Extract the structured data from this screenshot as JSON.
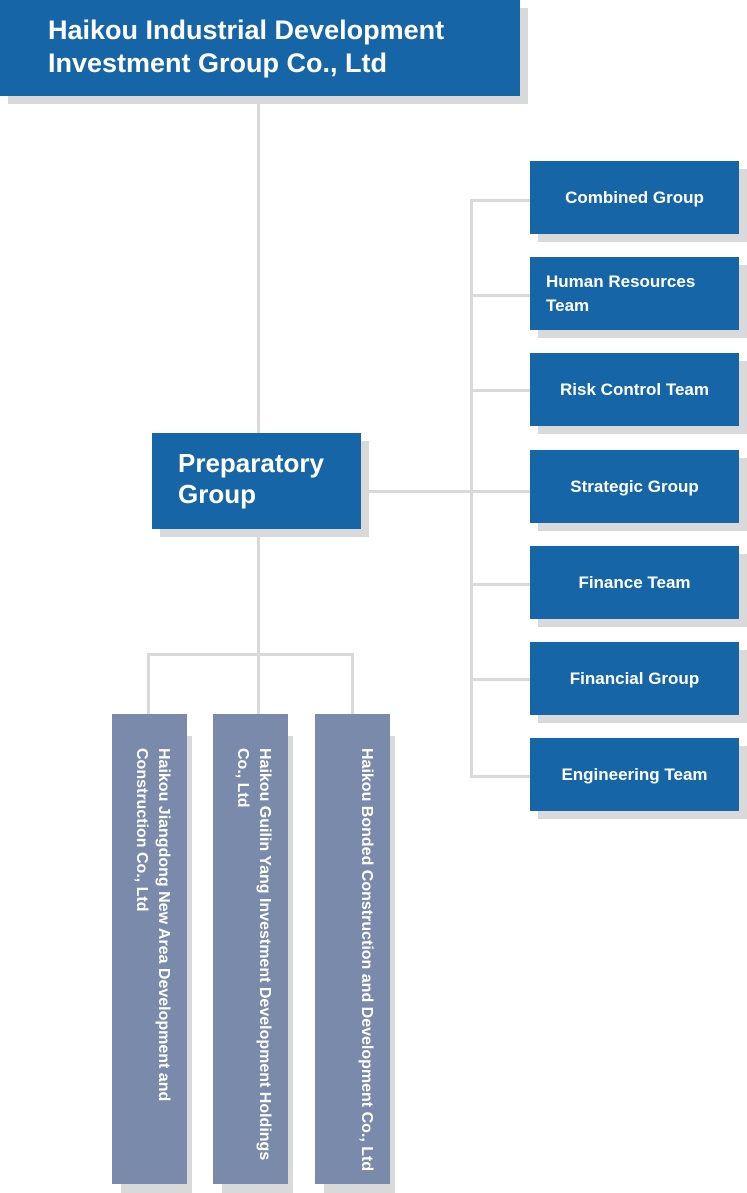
{
  "root": {
    "line1": "Haikou Industrial Development",
    "line2": "Investment Group Co., Ltd"
  },
  "prep": {
    "line1": "Preparatory",
    "line2": "Group"
  },
  "teams": [
    {
      "label": "Combined Group"
    },
    {
      "label": "Human Resources Team"
    },
    {
      "label": "Risk Control Team"
    },
    {
      "label": "Strategic Group"
    },
    {
      "label": "Finance Team"
    },
    {
      "label": "Financial Group"
    },
    {
      "label": "Engineering Team"
    }
  ],
  "subsidiaries": [
    {
      "label": "Haikou Jiangdong New Area Development and Construction Co., Ltd"
    },
    {
      "label": "Haikou Guilin Yang Investment Development Holdings Co., Ltd"
    },
    {
      "label": "Haikou Bonded Construction and Development Co., Ltd"
    }
  ],
  "colors": {
    "primary_box": "#1565a7",
    "subsidiary_box": "#7a8aaa",
    "connector": "#d9d9d9"
  }
}
